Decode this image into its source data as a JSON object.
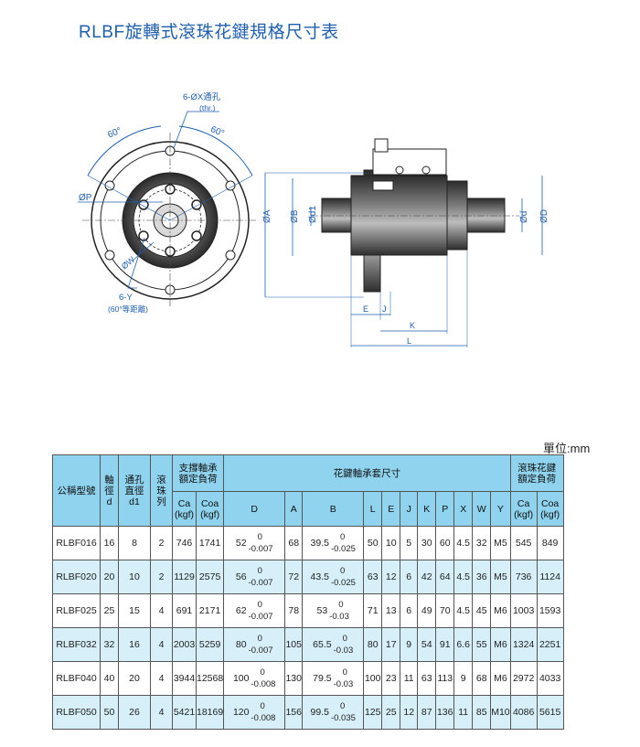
{
  "title": "RLBF旋轉式滾珠花鍵規格尺寸表",
  "drawing": {
    "label_hole": "6-ØX通孔",
    "label_thr": "(thr.)",
    "label_60_left": "60°",
    "label_60_right": "60°",
    "label_P": "ØP",
    "label_W": "ØW",
    "label_Y": "6-Y",
    "label_Y_note": "(60°等距離)",
    "label_A": "ØA",
    "label_B": "ØB",
    "label_d1": "Ød1",
    "label_d": "Ød",
    "label_D": "ØD",
    "label_E": "E",
    "label_J": "J",
    "label_K": "K",
    "label_L": "L"
  },
  "unit_label": "單位:mm",
  "headers": {
    "model": "公稱型號",
    "shaft_dia": "軸徑d",
    "hole_dia": "通孔直徑d1",
    "ball_rows": "滾珠列",
    "support_group": "支撐軸承額定負荷",
    "sleeve_group": "花鍵軸承套尺寸",
    "spline_group": "滾珠花鍵額定負荷",
    "ca": "Ca",
    "coa": "Coa",
    "kgf": "(kgf)",
    "D": "D",
    "A": "A",
    "B": "B",
    "L": "L",
    "E": "E",
    "J": "J",
    "K": "K",
    "P": "P",
    "X": "X",
    "W": "W",
    "Y": "Y"
  },
  "header_lines": {
    "shaft": [
      "軸",
      "徑",
      "d"
    ],
    "hole": [
      "通孔",
      "直徑",
      "d1"
    ],
    "rows": [
      "滾",
      "珠",
      "列"
    ],
    "support": [
      "支撐軸承",
      "額定負荷"
    ],
    "spline": [
      "滾珠花鍵",
      "額定負荷"
    ]
  },
  "rows": [
    {
      "model": "RLBF016",
      "d": "16",
      "d1": "8",
      "rows": "2",
      "ca1": "746",
      "coa1": "1741",
      "D": "52",
      "D_up": "0",
      "D_lo": "-0.007",
      "A": "68",
      "B": "39.5",
      "B_up": "0",
      "B_lo": "-0.025",
      "L": "50",
      "E": "10",
      "J": "5",
      "K": "30",
      "P": "60",
      "X": "4.5",
      "W": "32",
      "Y": "M5",
      "ca2": "545",
      "coa2": "849"
    },
    {
      "model": "RLBF020",
      "d": "20",
      "d1": "10",
      "rows": "2",
      "ca1": "1129",
      "coa1": "2575",
      "D": "56",
      "D_up": "0",
      "D_lo": "-0.007",
      "A": "72",
      "B": "43.5",
      "B_up": "0",
      "B_lo": "-0.025",
      "L": "63",
      "E": "12",
      "J": "6",
      "K": "42",
      "P": "64",
      "X": "4.5",
      "W": "36",
      "Y": "M5",
      "ca2": "736",
      "coa2": "1124"
    },
    {
      "model": "RLBF025",
      "d": "25",
      "d1": "15",
      "rows": "4",
      "ca1": "691",
      "coa1": "2171",
      "D": "62",
      "D_up": "0",
      "D_lo": "-0.007",
      "A": "78",
      "B": "53",
      "B_up": "0",
      "B_lo": "-0.03",
      "L": "71",
      "E": "13",
      "J": "6",
      "K": "49",
      "P": "70",
      "X": "4.5",
      "W": "45",
      "Y": "M6",
      "ca2": "1003",
      "coa2": "1593"
    },
    {
      "model": "RLBF032",
      "d": "32",
      "d1": "16",
      "rows": "4",
      "ca1": "2003",
      "coa1": "5259",
      "D": "80",
      "D_up": "0",
      "D_lo": "-0.007",
      "A": "105",
      "B": "65.5",
      "B_up": "0",
      "B_lo": "-0.03",
      "L": "80",
      "E": "17",
      "J": "9",
      "K": "54",
      "P": "91",
      "X": "6.6",
      "W": "55",
      "Y": "M6",
      "ca2": "1324",
      "coa2": "2251"
    },
    {
      "model": "RLBF040",
      "d": "40",
      "d1": "20",
      "rows": "4",
      "ca1": "3944",
      "coa1": "12568",
      "D": "100",
      "D_up": "0",
      "D_lo": "-0.008",
      "A": "130",
      "B": "79.5",
      "B_up": "0",
      "B_lo": "-0.03",
      "L": "100",
      "E": "23",
      "J": "11",
      "K": "63",
      "P": "113",
      "X": "9",
      "W": "68",
      "Y": "M6",
      "ca2": "2972",
      "coa2": "4033"
    },
    {
      "model": "RLBF050",
      "d": "50",
      "d1": "26",
      "rows": "4",
      "ca1": "5421",
      "coa1": "18169",
      "D": "120",
      "D_up": "0",
      "D_lo": "-0.008",
      "A": "156",
      "B": "99.5",
      "B_up": "0",
      "B_lo": "-0.035",
      "L": "125",
      "E": "25",
      "J": "12",
      "K": "87",
      "P": "136",
      "X": "11",
      "W": "85",
      "Y": "M10",
      "ca2": "4086",
      "coa2": "5615"
    }
  ],
  "colors": {
    "title": "#1f5fae",
    "header_bg": "#8fd3ef",
    "alt_row_bg": "#d6eff9",
    "dim_line": "#1f5fae",
    "part_dark": "#333333"
  }
}
